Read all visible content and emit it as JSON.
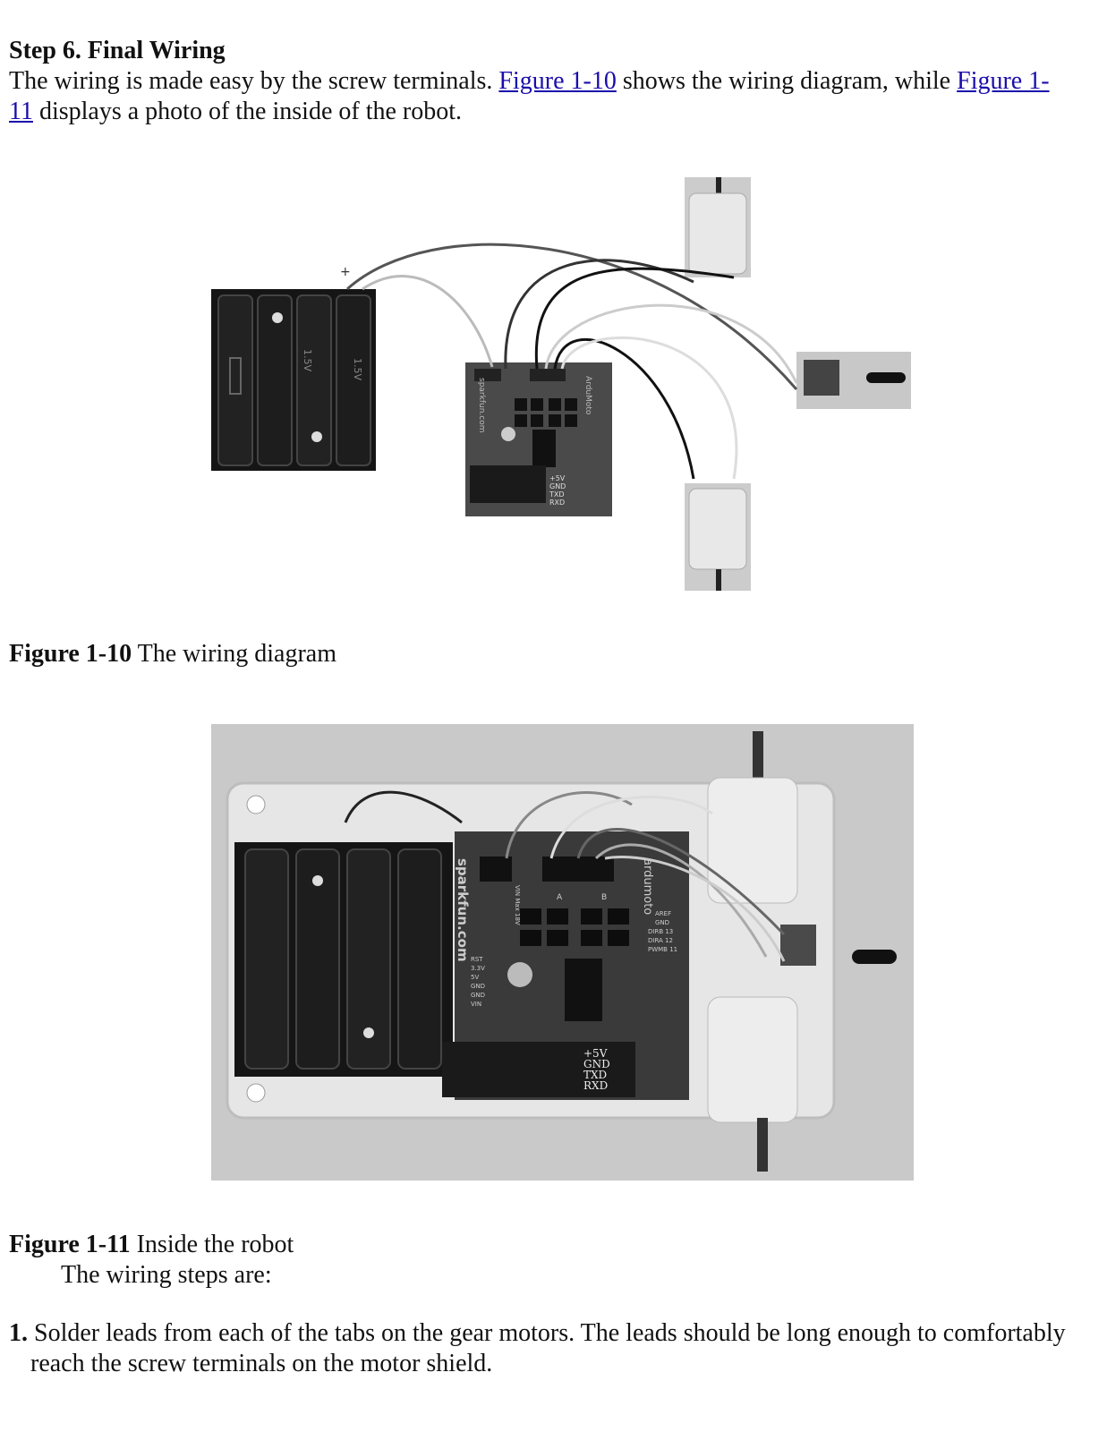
{
  "heading": "Step 6. Final Wiring",
  "intro": {
    "part1": "The wiring is made easy by the screw terminals. ",
    "link1": "Figure 1-10",
    "part2": " shows the wiring diagram, while ",
    "link2a": "Figure 1-",
    "link2b": "11",
    "part3": " displays a photo of the inside of the robot."
  },
  "figure_1_10": {
    "label": "Figure 1-10",
    "caption": " The wiring diagram",
    "plus_mark": "+",
    "battery_labels": [
      "1.5V",
      "1.5V"
    ],
    "shield_labels": [
      "sparkfun.com",
      "ArduMoto",
      "+5V",
      "GND",
      "TXD",
      "RXD"
    ]
  },
  "figure_1_11": {
    "label": "Figure 1-11",
    "caption": " Inside the robot",
    "board_labels": [
      "sparkfun.com",
      "ardumoto",
      "+5V",
      "GND",
      "TXD",
      "RXD",
      "AREF",
      "GND",
      "DIRB 13",
      "DIRA 12",
      "PWMB 11",
      "RST",
      "3.3V",
      "5V",
      "GND",
      "GND",
      "VIN",
      "VIN Max 18V",
      "A",
      "B"
    ]
  },
  "steps_intro": "The wiring steps are:",
  "steps": [
    {
      "num": "1.",
      "line1": " Solder leads from each of the tabs on the gear motors. The leads should be long enough to comfortably",
      "line2": "reach the screw terminals on the motor shield."
    }
  ]
}
